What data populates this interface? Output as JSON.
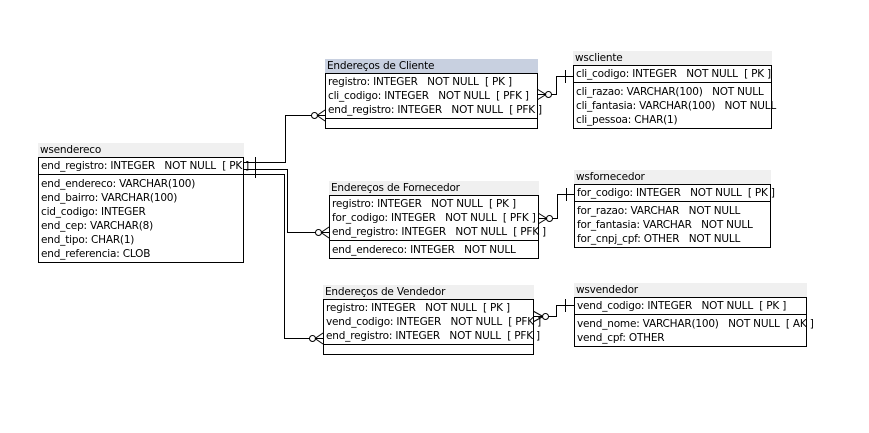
{
  "entities": {
    "wsendereco": {
      "title": "wsendereco",
      "pk": [
        "end_registro: INTEGER   NOT NULL  [ PK ]"
      ],
      "attrs": [
        "end_endereco: VARCHAR(100)",
        "end_bairro: VARCHAR(100)",
        "cid_codigo: INTEGER",
        "end_cep: VARCHAR(8)",
        "end_tipo: CHAR(1)",
        "end_referencia: CLOB"
      ]
    },
    "end_cliente": {
      "title": "Endereços de Cliente",
      "selected": true,
      "pk": [
        "registro: INTEGER   NOT NULL  [ PK ]",
        "cli_codigo: INTEGER   NOT NULL  [ PFK ]",
        "end_registro: INTEGER   NOT NULL  [ PFK ]"
      ],
      "attrs": []
    },
    "wscliente": {
      "title": "wscliente",
      "pk": [
        "cli_codigo: INTEGER   NOT NULL  [ PK ]"
      ],
      "attrs": [
        "cli_razao: VARCHAR(100)   NOT NULL",
        "cli_fantasia: VARCHAR(100)   NOT NULL",
        "cli_pessoa: CHAR(1)"
      ]
    },
    "end_fornecedor": {
      "title": "Endereços de Fornecedor",
      "pk": [
        "registro: INTEGER   NOT NULL  [ PK ]",
        "for_codigo: INTEGER   NOT NULL  [ PFK ]",
        "end_registro: INTEGER   NOT NULL  [ PFK ]"
      ],
      "attrs": [
        "end_endereco: INTEGER   NOT NULL"
      ]
    },
    "wsfornecedor": {
      "title": "wsfornecedor",
      "pk": [
        "for_codigo: INTEGER   NOT NULL  [ PK ]"
      ],
      "attrs": [
        "for_razao: VARCHAR   NOT NULL",
        "for_fantasia: VARCHAR   NOT NULL",
        "for_cnpj_cpf: OTHER   NOT NULL"
      ]
    },
    "end_vendedor": {
      "title": "Endereços de Vendedor",
      "pk": [
        "registro: INTEGER   NOT NULL  [ PK ]",
        "vend_codigo: INTEGER   NOT NULL  [ PFK ]",
        "end_registro: INTEGER   NOT NULL  [ PFK ]"
      ],
      "attrs": []
    },
    "wsvendedor": {
      "title": "wsvendedor",
      "pk": [
        "vend_codigo: INTEGER   NOT NULL  [ PK ]"
      ],
      "attrs": [
        "vend_nome: VARCHAR(100)   NOT NULL  [ AK ]",
        "vend_cpf: OTHER"
      ]
    }
  },
  "relationships": [
    {
      "from": "wsendereco",
      "to": "end_cliente",
      "cardinality": "one-to-zero-or-many"
    },
    {
      "from": "wsendereco",
      "to": "end_fornecedor",
      "cardinality": "one-to-zero-or-many"
    },
    {
      "from": "wsendereco",
      "to": "end_vendedor",
      "cardinality": "one-to-zero-or-many"
    },
    {
      "from": "wscliente",
      "to": "end_cliente",
      "cardinality": "one-to-zero-or-many"
    },
    {
      "from": "wsfornecedor",
      "to": "end_fornecedor",
      "cardinality": "one-to-zero-or-many"
    },
    {
      "from": "wsvendedor",
      "to": "end_vendedor",
      "cardinality": "one-to-zero-or-many"
    }
  ],
  "colors": {
    "selected_title": "#c8d0e0",
    "title_bg": "#f0f0f0",
    "line": "#000000"
  }
}
